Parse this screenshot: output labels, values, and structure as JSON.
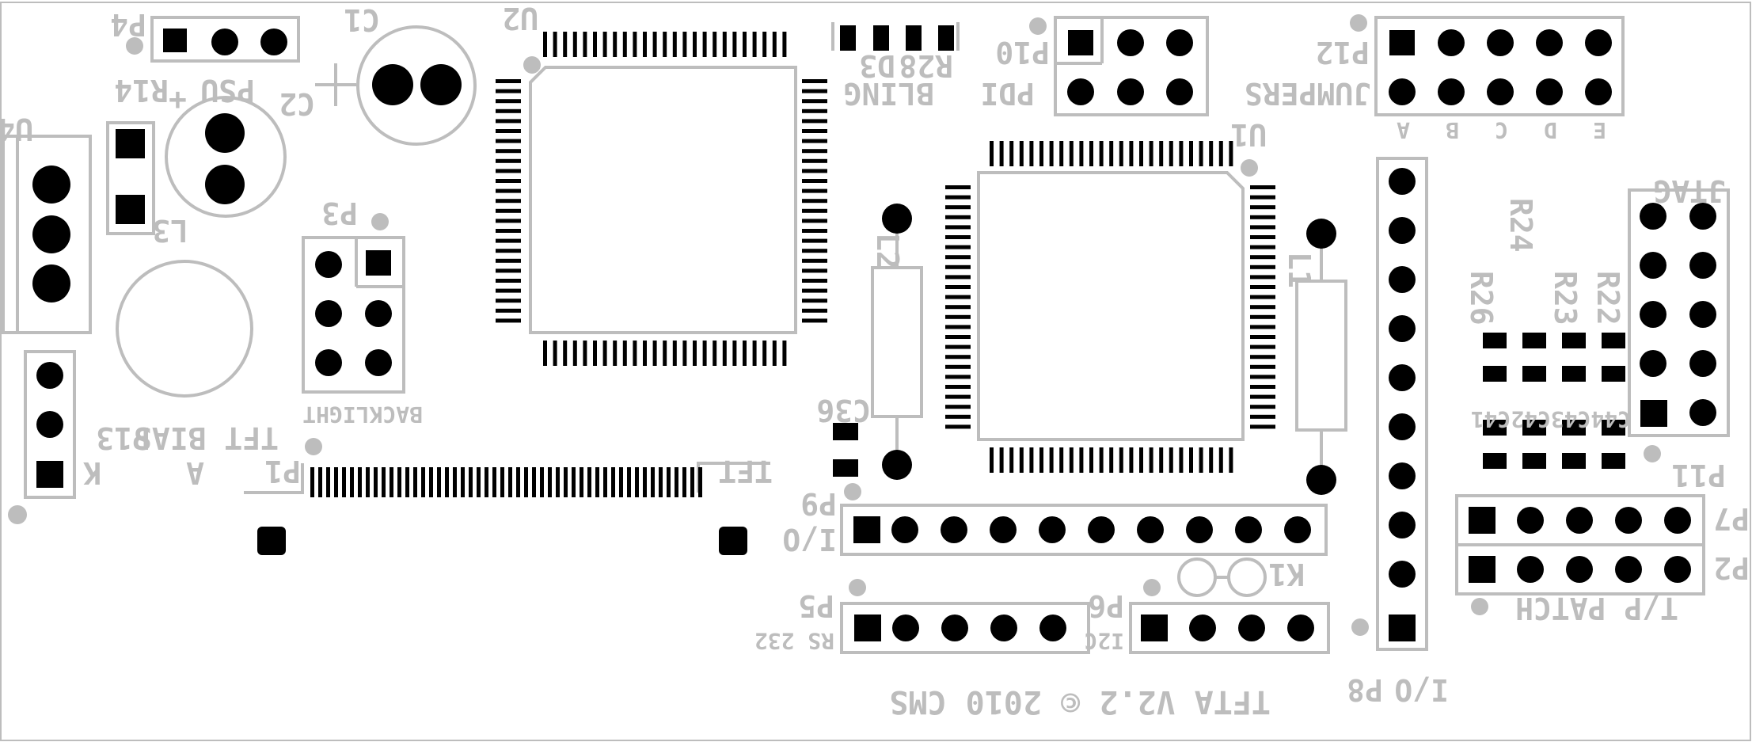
{
  "board": {
    "footer": "TFTA V2.2 © 2010 CMS",
    "colors": {
      "background": "#ffffff",
      "silkscreen": "#bdbdbd",
      "pad": "#000000"
    }
  },
  "labels": {
    "P4": "P4",
    "PSU": "PSU",
    "R14": "R14",
    "C1": "C1",
    "C2": "C2",
    "U2": "U2",
    "U1": "U1",
    "U4": "U4",
    "L3": "L3",
    "L2": "L2",
    "L1": "L1",
    "P3": "P3",
    "BACKLIGHT": "BACKLIGHT",
    "TFT_BIAS": "TFT BIAS",
    "P13": "P13",
    "K": "K",
    "A": "A",
    "P1": "P1",
    "TFT": "TFT",
    "D3": "D3",
    "R28": "R28",
    "BLING": "BLING",
    "P10": "P10",
    "PDI": "PDI",
    "P12": "P12",
    "JUMPERS": "JUMPERS",
    "jumper_letters": [
      "A",
      "B",
      "C",
      "D",
      "E"
    ],
    "JTAG": "JTAG",
    "P11": "P11",
    "R24": "R24",
    "R26": "R26",
    "R23": "R23",
    "R22": "R22",
    "caps": "C44C43C42C41",
    "C36": "C36",
    "P9": "P9",
    "IO_P9": "I/O",
    "P8": "P8",
    "IO_P8": "I/O",
    "P7": "P7",
    "P2": "P2",
    "TP_PATCH": "T/P PATCH",
    "K1": "K1",
    "P5": "P5",
    "RS232": "RS 232",
    "P6": "P6",
    "I2C": "I2C",
    "plus": "+"
  }
}
